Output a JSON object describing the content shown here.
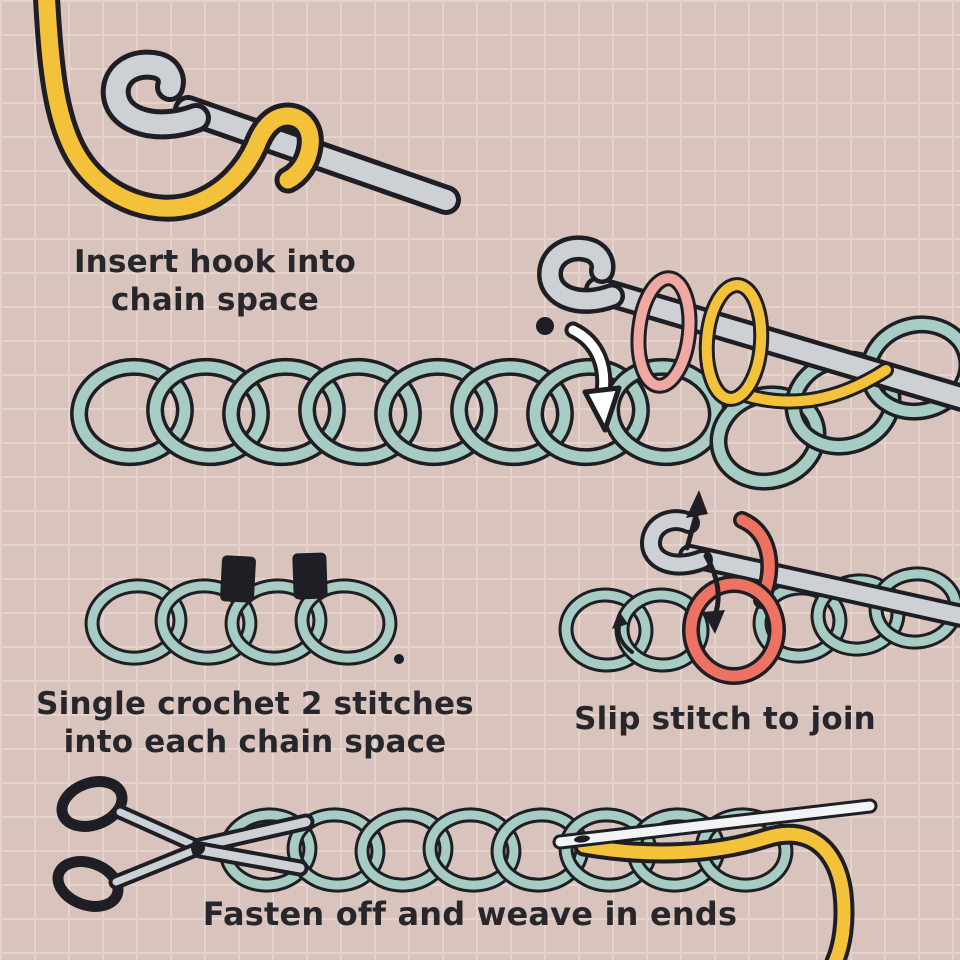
{
  "illustration": {
    "subject": "crochet-tutorial-steps"
  },
  "colors": {
    "background": "#d9c4bd",
    "grid": "#e5d4ce",
    "outline": "#1e1e24",
    "text": "#26262b",
    "yarn_teal": "#a6ccc3",
    "yarn_yellow": "#f4c13b",
    "yarn_pink": "#f0a8a2",
    "yarn_coral": "#ee7261",
    "tool_gray": "#cdd1d6",
    "tool_light": "#f2f3f4",
    "arrow_white": "#ffffff"
  },
  "steps": [
    {
      "id": "insert-hook",
      "lines": [
        "Insert hook into",
        "chain space"
      ]
    },
    {
      "id": "single-crochet",
      "lines": [
        "Single crochet 2 stitches",
        "into each chain space"
      ]
    },
    {
      "id": "slip-stitch",
      "lines": [
        "Slip stitch to join"
      ]
    },
    {
      "id": "fasten-off",
      "lines": [
        "Fasten off and weave in ends"
      ]
    }
  ]
}
